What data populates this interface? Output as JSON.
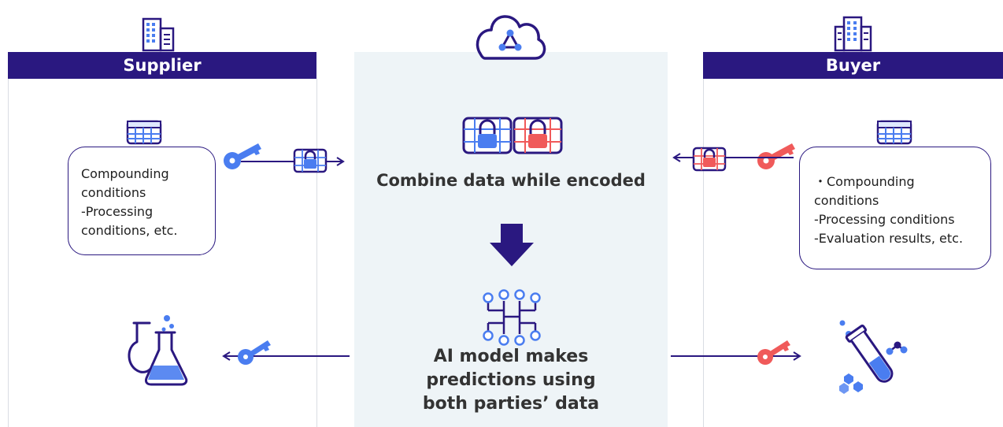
{
  "supplier": {
    "header": "Supplier",
    "note_lines": [
      "Compounding",
      "conditions",
      "-Processing",
      "conditions, etc."
    ]
  },
  "buyer": {
    "header": "Buyer",
    "note_lines": [
      "・Compounding",
      "conditions",
      "-Processing conditions",
      "-Evaluation results, etc."
    ]
  },
  "center": {
    "combine_text": "Combine data while encoded",
    "prediction_lines": [
      "AI model makes",
      "predictions using",
      "both parties’ data"
    ]
  },
  "colors": {
    "navy": "#2a1880",
    "blue_key": "#4a7df0",
    "red_key": "#f05a5a",
    "panel": "#eef4f7"
  },
  "icons": [
    "building-icon",
    "cloud-icon",
    "database-icon",
    "key-icon",
    "locked-data-icon",
    "down-arrow-icon",
    "ai-circuit-icon",
    "lab-flask-icon",
    "test-tube-icon"
  ]
}
